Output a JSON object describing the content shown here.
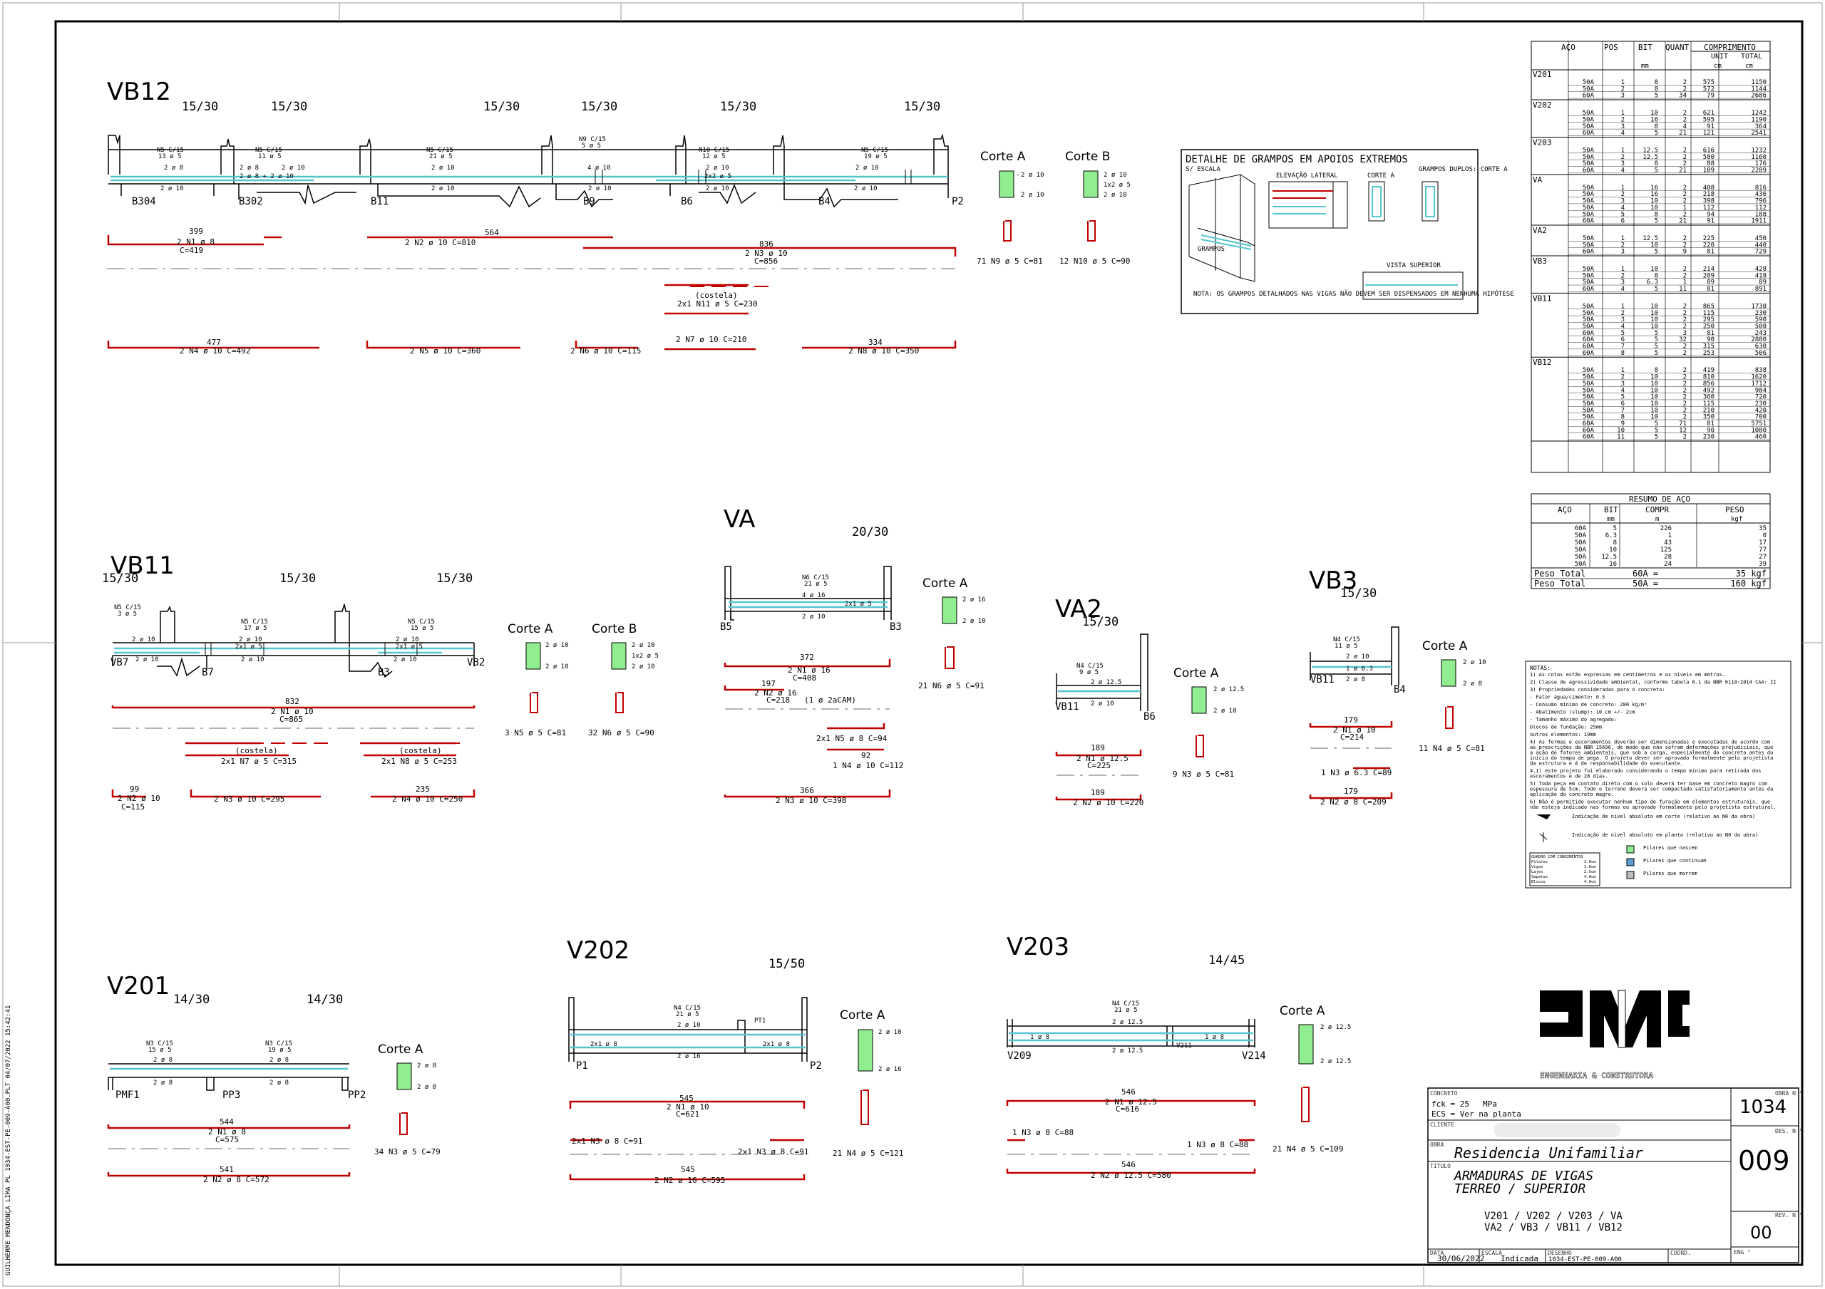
{
  "colors": {
    "rebar": "#c00000",
    "stirrup": "#55c6d0",
    "column": "#90ee90",
    "ink": "#000000"
  },
  "beams": {
    "vb12": {
      "name": "VB12",
      "sections": [
        "15/30",
        "15/30",
        "15/30",
        "15/30",
        "15/30",
        "15/30"
      ],
      "supports": [
        "B304",
        "B302",
        "B11",
        "B9",
        "B6",
        "B4",
        "P2"
      ],
      "stirrup_labels": [
        "N5 C/15\n13 ø 5",
        "N5 C/15\n11 ø 5",
        "N5 C/15\n21 ø 5",
        "N9 C/15\n5 ø 5",
        "N10 C/15\n12 ø 5",
        "N5 C/15\n19 ø 5"
      ],
      "bars": [
        {
          "len": "399",
          "desc": "2 N1 ø 8",
          "c": "C=419"
        },
        {
          "len": "564",
          "desc": "2 N2 ø 10 C=810",
          "c": ""
        },
        {
          "len": "836",
          "desc": "2 N3 ø 10",
          "c": "C=856"
        },
        {
          "len": "",
          "desc": "(costela)",
          "c": "2x1 N11 ø 5 C=230"
        },
        {
          "len": "",
          "desc": "2 N7 ø 10 C=210",
          "c": ""
        },
        {
          "len": "477",
          "desc": "2 N4 ø 10 C=492",
          "c": ""
        },
        {
          "len": "",
          "desc": "2 N5 ø 10 C=360",
          "c": ""
        },
        {
          "len": "",
          "desc": "2 N6 ø 10 C=115",
          "c": ""
        },
        {
          "len": "334",
          "desc": "2 N8 ø 10 C=350",
          "c": ""
        }
      ],
      "corte_a": {
        "title": "Corte A",
        "top": "2 ø 10",
        "bot": "2 ø 10",
        "stirrup": "71 N9 ø 5 C=81"
      },
      "corte_b": {
        "title": "Corte B",
        "top": "2 ø 10",
        "mid": "1x2 ø 5",
        "bot": "2 ø 10",
        "stirrup": "12 N10 ø 5 C=90"
      }
    },
    "vb11": {
      "name": "VB11",
      "sections": [
        "15/30",
        "15/30",
        "15/30"
      ],
      "supports": [
        "VB7",
        "B7",
        "B3",
        "VB2"
      ],
      "bars": [
        {
          "len": "832",
          "desc": "2 N1 ø 10",
          "c": "C=865"
        },
        {
          "len": "",
          "desc": "(costela)",
          "c": "2x1 N7 ø 5 C=315"
        },
        {
          "len": "",
          "desc": "(costela)",
          "c": "2x1 N8 ø 5 C=253"
        },
        {
          "len": "99",
          "desc": "2 N2 ø 10",
          "c": "C=115"
        },
        {
          "len": "",
          "desc": "2 N3 ø 10 C=295",
          "c": ""
        },
        {
          "len": "235",
          "desc": "2 N4 ø 10 C=250",
          "c": ""
        }
      ],
      "corte_a": {
        "title": "Corte A",
        "top": "2 ø 10",
        "bot": "2 ø 10",
        "stirrup": "3 N5 ø 5 C=81"
      },
      "corte_b": {
        "title": "Corte B",
        "top": "2 ø 10",
        "mid": "1x2 ø 5",
        "bot": "2 ø 10",
        "stirrup": "32 N6 ø 5 C=90"
      }
    },
    "va": {
      "name": "VA",
      "section": "20/30",
      "supports": [
        "B5",
        "B3"
      ],
      "bars": [
        {
          "len": "372",
          "desc": "2 N1 ø 16",
          "c": "C=408"
        },
        {
          "len": "197",
          "desc": "2 N2 ø 16",
          "c": "C=218"
        },
        {
          "len": "",
          "desc": "(1 ø 2aCAM)",
          "c": ""
        },
        {
          "len": "",
          "desc": "2x1 N5 ø 8 C=94",
          "c": ""
        },
        {
          "len": "92",
          "desc": "1 N4 ø 10 C=112",
          "c": ""
        },
        {
          "len": "366",
          "desc": "2 N3 ø 10 C=398",
          "c": ""
        }
      ],
      "corte_a": {
        "title": "Corte A",
        "top": "2 ø 16",
        "bot": "2 ø 10",
        "stirrup": "21 N6 ø 5 C=91"
      }
    },
    "va2": {
      "name": "VA2",
      "section": "15/30",
      "supports": [
        "VB11",
        "B6"
      ],
      "bars": [
        {
          "len": "189",
          "desc": "2 N1 ø 12.5",
          "c": "C=225"
        },
        {
          "len": "189",
          "desc": "2 N2 ø 10 C=220",
          "c": ""
        }
      ],
      "corte_a": {
        "title": "Corte A",
        "top": "2 ø 12.5",
        "bot": "2 ø 10",
        "stirrup": "9 N3 ø 5 C=81"
      }
    },
    "vb3": {
      "name": "VB3",
      "section": "15/30",
      "supports": [
        "VB11",
        "B4"
      ],
      "bars": [
        {
          "len": "179",
          "desc": "2 N1 ø 10",
          "c": "C=214"
        },
        {
          "len": "",
          "desc": "1 N3 ø 6.3 C=89",
          "c": ""
        },
        {
          "len": "179",
          "desc": "2 N2 ø 8 C=209",
          "c": ""
        }
      ],
      "corte_a": {
        "title": "Corte A",
        "top": "2 ø 10",
        "bot": "2 ø 8",
        "stirrup": "11 N4 ø 5 C=81"
      }
    },
    "v201": {
      "name": "V201",
      "sections": [
        "14/30",
        "14/30"
      ],
      "supports": [
        "PMF1",
        "PP3",
        "PP2"
      ],
      "bars": [
        {
          "len": "544",
          "desc": "2 N1 ø 8",
          "c": "C=575"
        },
        {
          "len": "541",
          "desc": "2 N2 ø 8 C=572",
          "c": ""
        }
      ],
      "corte_a": {
        "title": "Corte A",
        "top": "2 ø 8",
        "bot": "2 ø 8",
        "stirrup": "34 N3 ø 5 C=79"
      }
    },
    "v202": {
      "name": "V202",
      "section": "15/50",
      "supports": [
        "P1",
        "P2"
      ],
      "bars": [
        {
          "len": "545",
          "desc": "2 N1 ø 10",
          "c": "C=621"
        },
        {
          "len": "",
          "desc": "2x1 N3 ø 8 C=91",
          "c": ""
        },
        {
          "len": "",
          "desc": "2x1 N3 ø 8 C=91",
          "c": ""
        },
        {
          "len": "545",
          "desc": "2 N2 ø 16 C=595",
          "c": ""
        }
      ],
      "corte_a": {
        "title": "Corte A",
        "top": "2 ø 10",
        "bot": "2 ø 16",
        "stirrup": "21 N4 ø 5 C=121"
      }
    },
    "v203": {
      "name": "V203",
      "section": "14/45",
      "supports": [
        "V209",
        "V214"
      ],
      "bars": [
        {
          "len": "546",
          "desc": "2 N1 ø 12.5",
          "c": "C=616"
        },
        {
          "len": "",
          "desc": "1 N3 ø 8 C=88",
          "c": ""
        },
        {
          "len": "",
          "desc": "1 N3 ø 8 C=88",
          "c": ""
        },
        {
          "len": "546",
          "desc": "2 N2 ø 12.5 C=580",
          "c": ""
        }
      ],
      "corte_a": {
        "title": "Corte A",
        "top": "2 ø 12.5",
        "bot": "2 ø 12.5",
        "stirrup": "21 N4 ø 5 C=109"
      }
    }
  },
  "grampos_detail": {
    "title": "DETALHE DE GRAMPOS EM APOIOS EXTREMOS",
    "scale": "S/ ESCALA",
    "labels": [
      "ELEVAÇÃO LATERAL",
      "CORTE A",
      "GRAMPOS DUPLOS: CORTE A",
      "VISTA SUPERIOR",
      "GRAMPOS"
    ],
    "note": "NOTA: OS GRAMPOS DETALHADOS NAS VIGAS NÃO DEVEM SER DISPENSADOS EM NENHUMA HIPÓTESE"
  },
  "steel_table": {
    "headers": [
      "AÇO",
      "POS",
      "BIT",
      "QUANT",
      "COMPRIMENTO",
      "UNIT",
      "TOTAL"
    ],
    "units": [
      "",
      "",
      "mm",
      "",
      "",
      "cm",
      "cm"
    ],
    "groups": [
      {
        "beam": "V201",
        "rows": [
          [
            "50A",
            "1",
            "8",
            "2",
            "575",
            "1150"
          ],
          [
            "50A",
            "2",
            "8",
            "2",
            "572",
            "1144"
          ],
          [
            "60A",
            "3",
            "5",
            "34",
            "79",
            "2686"
          ]
        ]
      },
      {
        "beam": "V202",
        "rows": [
          [
            "50A",
            "1",
            "10",
            "2",
            "621",
            "1242"
          ],
          [
            "50A",
            "2",
            "16",
            "2",
            "595",
            "1190"
          ],
          [
            "50A",
            "3",
            "8",
            "4",
            "91",
            "364"
          ],
          [
            "60A",
            "4",
            "5",
            "21",
            "121",
            "2541"
          ]
        ]
      },
      {
        "beam": "V203",
        "rows": [
          [
            "50A",
            "1",
            "12.5",
            "2",
            "616",
            "1232"
          ],
          [
            "50A",
            "2",
            "12.5",
            "2",
            "580",
            "1160"
          ],
          [
            "50A",
            "3",
            "8",
            "2",
            "88",
            "176"
          ],
          [
            "60A",
            "4",
            "5",
            "21",
            "109",
            "2289"
          ]
        ]
      },
      {
        "beam": "VA",
        "rows": [
          [
            "50A",
            "1",
            "16",
            "2",
            "408",
            "816"
          ],
          [
            "50A",
            "2",
            "16",
            "2",
            "218",
            "436"
          ],
          [
            "50A",
            "3",
            "10",
            "2",
            "398",
            "796"
          ],
          [
            "50A",
            "4",
            "10",
            "1",
            "112",
            "112"
          ],
          [
            "50A",
            "5",
            "8",
            "2",
            "94",
            "188"
          ],
          [
            "60A",
            "6",
            "5",
            "21",
            "91",
            "1911"
          ]
        ]
      },
      {
        "beam": "VA2",
        "rows": [
          [
            "50A",
            "1",
            "12.5",
            "2",
            "225",
            "450"
          ],
          [
            "50A",
            "2",
            "10",
            "2",
            "220",
            "440"
          ],
          [
            "60A",
            "3",
            "5",
            "9",
            "81",
            "729"
          ]
        ]
      },
      {
        "beam": "VB3",
        "rows": [
          [
            "50A",
            "1",
            "10",
            "2",
            "214",
            "428"
          ],
          [
            "50A",
            "2",
            "8",
            "2",
            "209",
            "418"
          ],
          [
            "50A",
            "3",
            "6.3",
            "1",
            "89",
            "89"
          ],
          [
            "60A",
            "4",
            "5",
            "11",
            "81",
            "891"
          ]
        ]
      },
      {
        "beam": "VB11",
        "rows": [
          [
            "50A",
            "1",
            "10",
            "2",
            "865",
            "1730"
          ],
          [
            "50A",
            "2",
            "10",
            "2",
            "115",
            "230"
          ],
          [
            "50A",
            "3",
            "10",
            "2",
            "295",
            "590"
          ],
          [
            "50A",
            "4",
            "10",
            "2",
            "250",
            "500"
          ],
          [
            "60A",
            "5",
            "5",
            "3",
            "81",
            "243"
          ],
          [
            "60A",
            "6",
            "5",
            "32",
            "90",
            "2880"
          ],
          [
            "60A",
            "7",
            "5",
            "2",
            "315",
            "630"
          ],
          [
            "60A",
            "8",
            "5",
            "2",
            "253",
            "506"
          ]
        ]
      },
      {
        "beam": "VB12",
        "rows": [
          [
            "50A",
            "1",
            "8",
            "2",
            "419",
            "838"
          ],
          [
            "50A",
            "2",
            "10",
            "2",
            "810",
            "1620"
          ],
          [
            "50A",
            "3",
            "10",
            "2",
            "856",
            "1712"
          ],
          [
            "50A",
            "4",
            "10",
            "2",
            "492",
            "984"
          ],
          [
            "50A",
            "5",
            "10",
            "2",
            "360",
            "720"
          ],
          [
            "50A",
            "6",
            "10",
            "2",
            "115",
            "230"
          ],
          [
            "50A",
            "7",
            "10",
            "2",
            "210",
            "420"
          ],
          [
            "50A",
            "8",
            "10",
            "2",
            "350",
            "700"
          ],
          [
            "60A",
            "9",
            "5",
            "71",
            "81",
            "5751"
          ],
          [
            "60A",
            "10",
            "5",
            "12",
            "90",
            "1080"
          ],
          [
            "60A",
            "11",
            "5",
            "2",
            "230",
            "460"
          ]
        ]
      }
    ]
  },
  "steel_summary": {
    "title": "RESUMO DE AÇO",
    "headers": [
      "AÇO",
      "BIT",
      "COMPR",
      "PESO"
    ],
    "units": [
      "",
      "mm",
      "m",
      "kgf"
    ],
    "rows": [
      [
        "60A",
        "5",
        "226",
        "35"
      ],
      [
        "50A",
        "6.3",
        "1",
        "0"
      ],
      [
        "50A",
        "8",
        "43",
        "17"
      ],
      [
        "50A",
        "10",
        "125",
        "77"
      ],
      [
        "50A",
        "12.5",
        "28",
        "27"
      ],
      [
        "50A",
        "16",
        "24",
        "39"
      ]
    ],
    "totals": [
      [
        "Peso Total",
        "60A =",
        "35 kgf"
      ],
      [
        "Peso Total",
        "50A =",
        "160 kgf"
      ]
    ]
  },
  "notes": {
    "title": "NOTAS:",
    "lines": [
      "1) As cotas estão expressas em centímetros e os níveis em metros.",
      "2) Classe de agressividade ambiental, conforme tabela 6.1 da NBR 6118:2014 CAA: II",
      "3) Propriedades consideradas para o concreto:",
      "- Fator água/cimento: 0.5",
      "- Consumo mínimo de concreto: 280 kg/m³",
      "- Abatimento (slump): 10 cm +/- 2cm",
      "- Tamanho máximo do agregado:",
      "blocos de fundação: 25mm",
      "outros elementos: 19mm",
      "4) As formas e escoramentos deverão ser dimensionadas e executadas de acordo com as prescrições da NBR 15696, de modo que não sofram deformações prejudiciais, que a ação de fatores ambientais, que sob a carga, especialmente do concreto antes do início do tempo de pega. O projeto dever ser aprovado formalmente pelo projetista da estrutura e é de responsabilidade do executante.",
      "4.1) este projeto foi elaborado considerando o tempo mínimo para retirada dos escoramentos e de 28 dias.",
      "5) Toda peça em contato direto com o solo deverá ter base em concreto magro com espessura de 5cm. Todo o terreno deverá ser compactado satisfatoriamente antes da aplicação do concreto magro.",
      "6) Não é permitido executar nenhum tipo de furação em elementos estruturais, que não esteja indicado nas formas ou aprovado formalmente pelo projetista estrutural."
    ],
    "legend": [
      "Indicação de nível absoluto em corte (relativo ao N0 da obra)",
      "Indicação de nível absoluto em planta (relativo ao N0 da obra)",
      "Pilares que nascem",
      "Pilares que continuam",
      "Pilares que morrem"
    ],
    "cover_table_title": "QUADRO COM COBRIMENTOS",
    "cover_rows": [
      [
        "Pilares",
        "3.0cm"
      ],
      [
        "Vigas",
        "3.0cm"
      ],
      [
        "Lajes",
        "2.5cm"
      ],
      [
        "Sapatas",
        "4.0cm"
      ],
      [
        "Blocos",
        "4.0cm"
      ]
    ]
  },
  "logo": {
    "text": "ENGENHARIA & CONSTRUTORA"
  },
  "title_block": {
    "concreto_label": "CONCRETO",
    "fck": "fck = 25",
    "fck_unit": "MPa",
    "ecs": "ECS = Ver na planta",
    "cliente_label": "CLIENTE",
    "obra_label": "OBRA",
    "obra": "Residencia Unifamiliar",
    "titulo_label": "TITULO",
    "titulo_line1": "ARMADURAS DE VIGAS",
    "titulo_line2": "TERREO / SUPERIOR",
    "elements_line1": "V201 / V202 / V203 / VA",
    "elements_line2": "VA2 / VB3 / VB11 / VB12",
    "obra_n_label": "OBRA N °",
    "obra_n": "1034",
    "des_n_label": "DES. N °",
    "des_n": "009",
    "rev_n_label": "REV. N °",
    "rev_n": "00",
    "data_label": "DATA",
    "data": "30/06/2022",
    "escala_label": "ESCALA",
    "escala": "Indicada",
    "desenho_label": "DESENHO",
    "desenho": "1034-EST-PE-009-A00",
    "coord_label": "COORD.",
    "eng_label": "ENG °"
  },
  "side_stamp": "GUILHERME MENDONÇA LIMA PL 1034-EST-PE-009-A00.PLT 04/07/2022 15:42:41"
}
